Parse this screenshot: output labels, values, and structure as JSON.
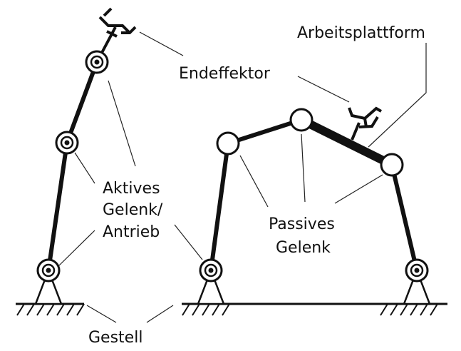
{
  "labels": {
    "endeffektor": "Endeffektor",
    "arbeitsplattform": "Arbeitsplattform",
    "aktives_line1": "Aktives",
    "aktives_line2": "Gelenk/",
    "aktives_line3": "Antrieb",
    "passives_line1": "Passives",
    "passives_line2": "Gelenk",
    "gestell": "Gestell"
  },
  "colors": {
    "ink": "#111111",
    "background": "#ffffff"
  },
  "components": {
    "serial_robot": "serial-kinematic-arm",
    "parallel_robot": "parallel-kinematic-mechanism",
    "active_joint_symbol": "circle-with-center-dot",
    "passive_joint_symbol": "plain-circle",
    "ground_symbol": "hatched-ground-line",
    "end_effector_symbol": "gripper-icon"
  }
}
